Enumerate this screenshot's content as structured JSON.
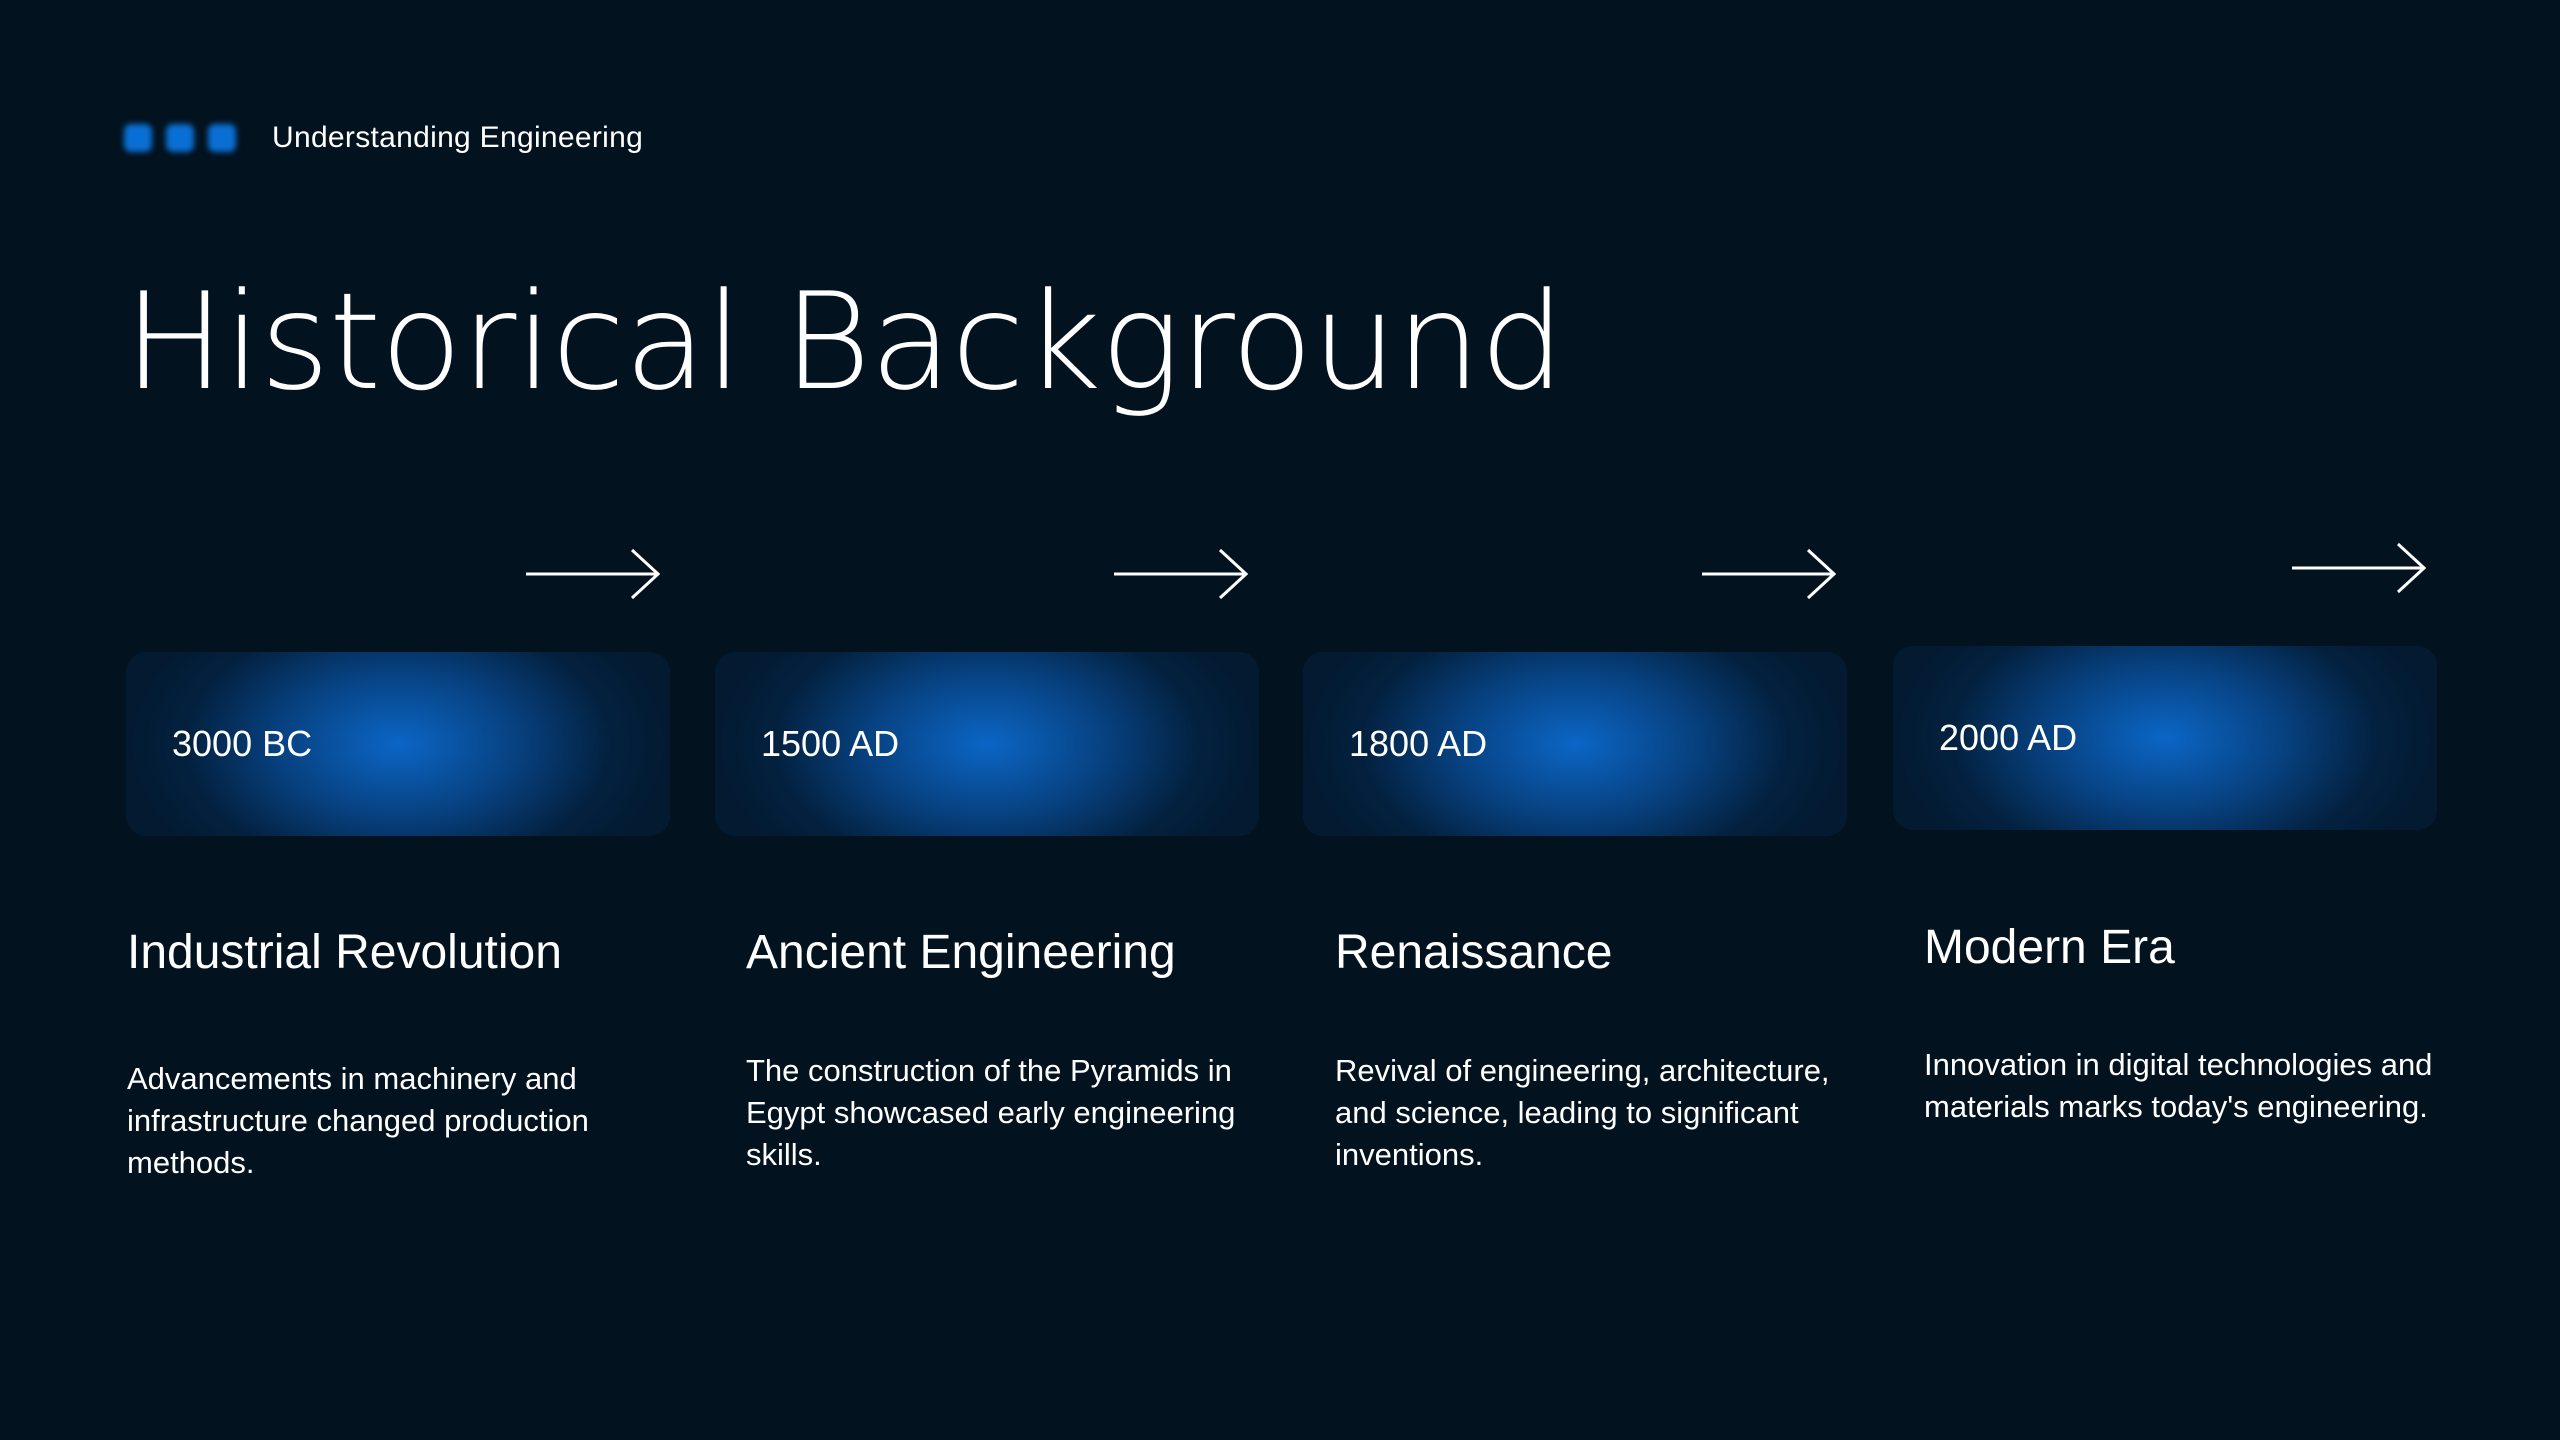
{
  "header": {
    "label": "Understanding Engineering"
  },
  "title": "Historical Background",
  "timeline": [
    {
      "date": "3000 BC",
      "heading": "Industrial Revolution",
      "description": "Advancements in machinery and infrastructure changed production methods."
    },
    {
      "date": "1500 AD",
      "heading": "Ancient Engineering",
      "description": "The construction of the Pyramids in Egypt showcased early engineering skills."
    },
    {
      "date": "1800 AD",
      "heading": "Renaissance",
      "description": "Revival of engineering, architecture, and science, leading to significant inventions."
    },
    {
      "date": "2000 AD",
      "heading": "Modern Era",
      "description": "Innovation in digital technologies and materials marks today's engineering."
    }
  ],
  "icons": {
    "arrow": "arrow-right-icon",
    "dots": "three-dots-icon"
  },
  "colors": {
    "background": "#02121f",
    "accent": "#0b66c6",
    "text": "#ffffff"
  }
}
